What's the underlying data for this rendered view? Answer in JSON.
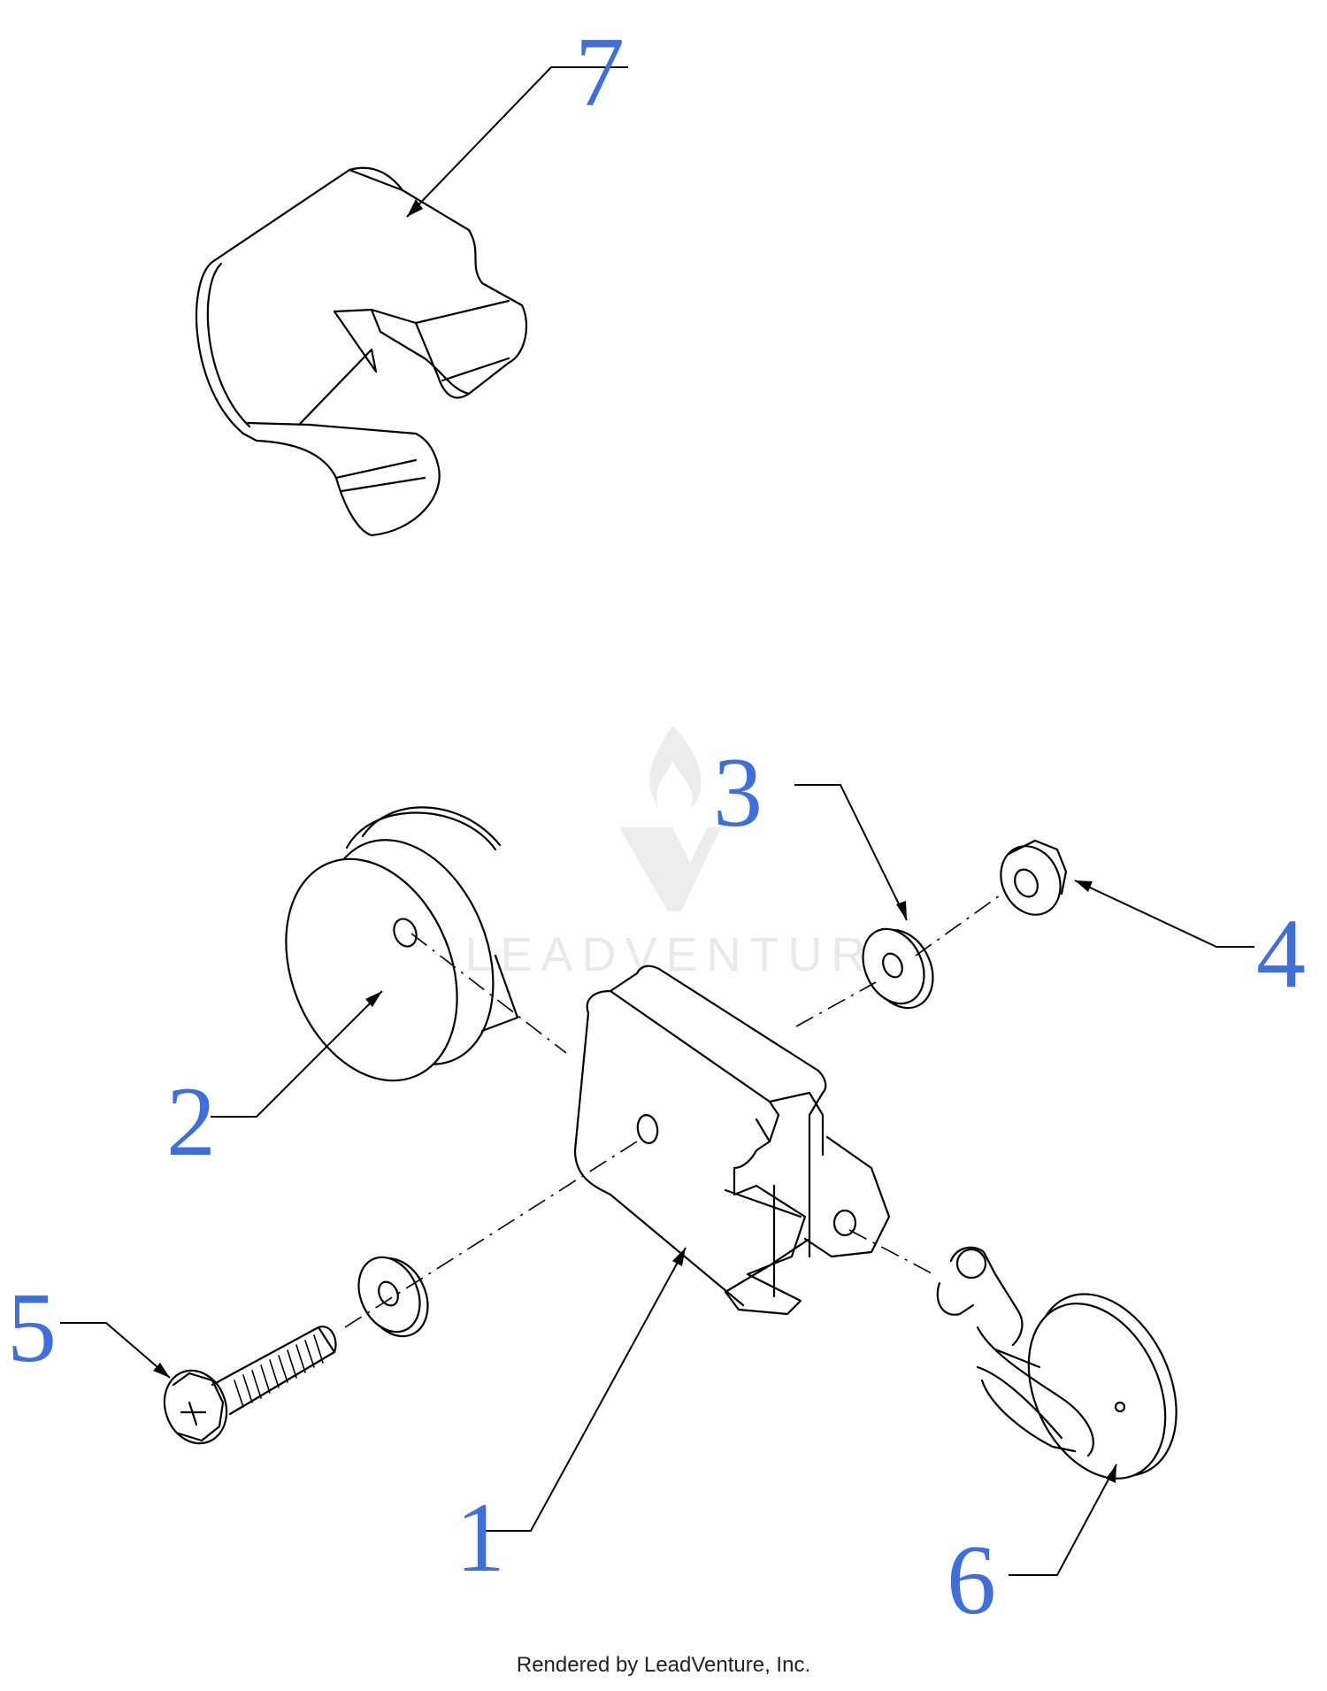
{
  "callouts": {
    "c1": "1",
    "c2": "2",
    "c3": "3",
    "c4": "4",
    "c5": "5",
    "c6": "6",
    "c7": "7"
  },
  "watermark": {
    "text": "LEADVENTURE"
  },
  "footer": {
    "credit": "Rendered by LeadVenture, Inc."
  },
  "colors": {
    "callout": "#3f6fd8",
    "line": "#000000",
    "watermark": "#e9e9e9"
  }
}
